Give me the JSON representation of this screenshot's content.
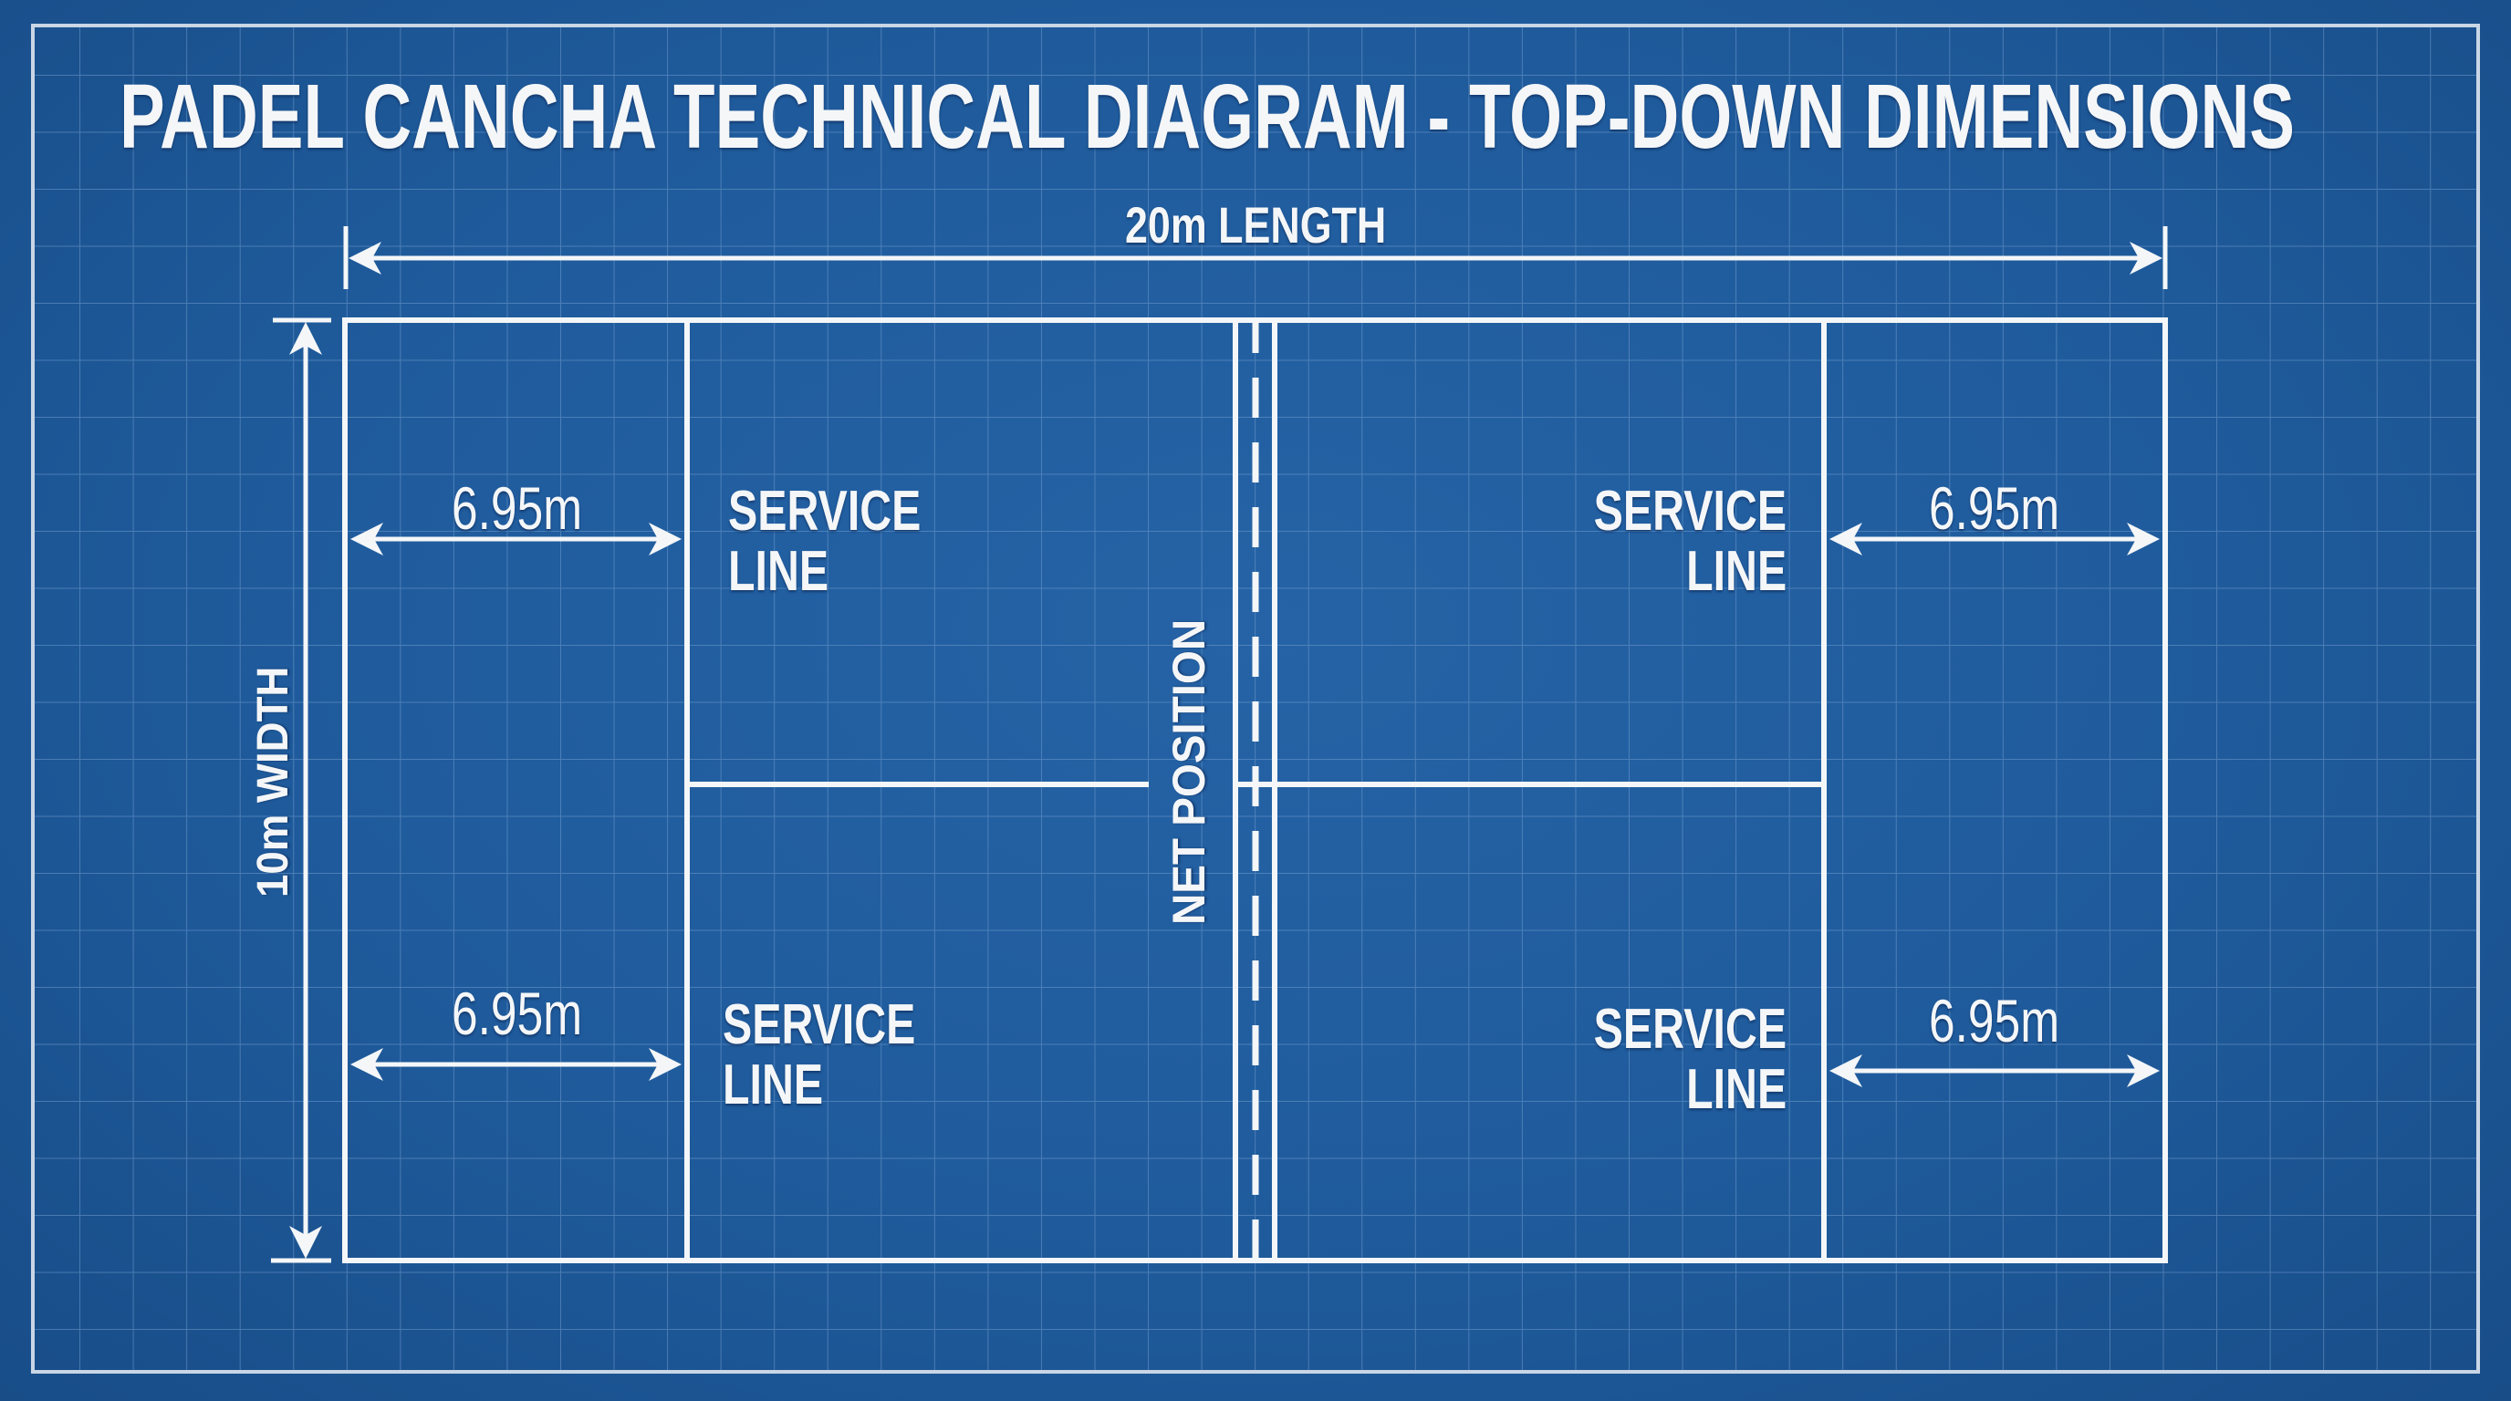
{
  "title": "PADEL CANCHA TECHNICAL DIAGRAM - TOP-DOWN DIMENSIONS",
  "colors": {
    "background": "#1f5b9c",
    "grid_line": "#6f9bcb",
    "line": "#f4f6f8",
    "text": "#f4f6f8"
  },
  "dimensions": {
    "length_label": "20m LENGTH",
    "width_label": "10m WIDTH",
    "service_box_depth": {
      "top_left": "6.95m",
      "bottom_left": "6.95m",
      "top_right": "6.95m",
      "bottom_right": "6.95m"
    }
  },
  "labels": {
    "net": "NET POSITION",
    "service_top_left": [
      "SERVICE",
      "LINE"
    ],
    "service_bottom_left": [
      "SERVICE",
      "LINE"
    ],
    "service_top_right": [
      "SERVICE",
      "LINE"
    ],
    "service_bottom_right": [
      "SERVICE",
      "LINE"
    ]
  },
  "court": {
    "length_m": 20,
    "width_m": 10,
    "service_distance_m": 6.95,
    "net_style": "double line with dashed center"
  }
}
